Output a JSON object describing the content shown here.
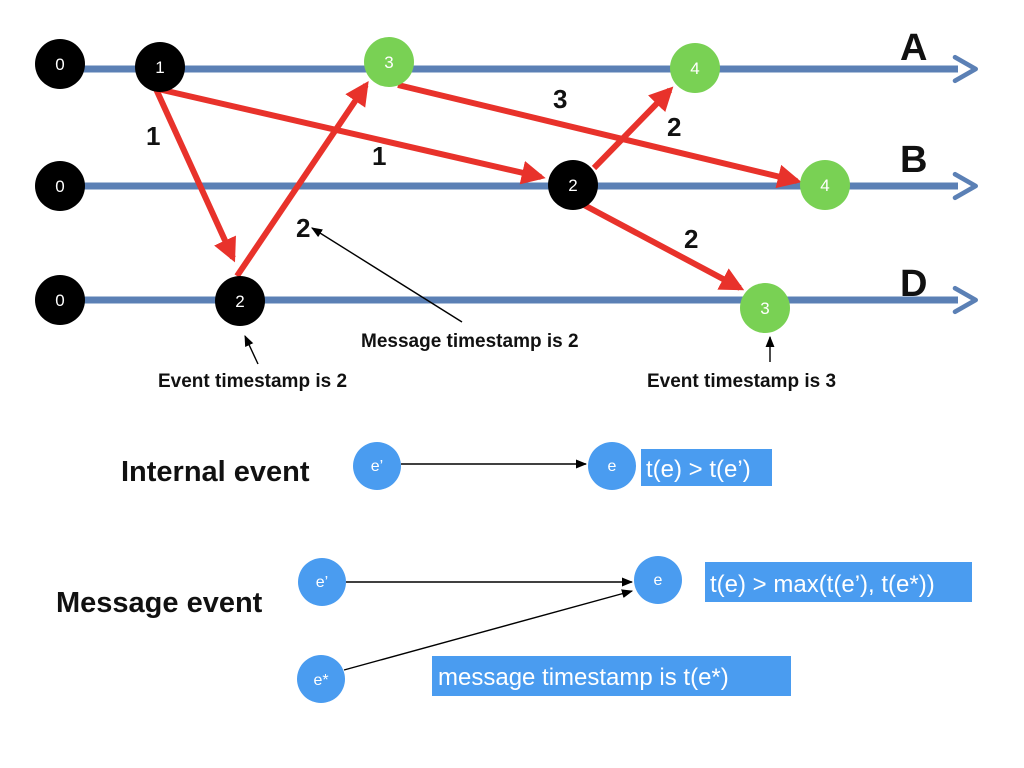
{
  "colors": {
    "timeline": "#5b80b5",
    "message": "#e8322b",
    "black_event": "#000000",
    "green_event": "#79d154",
    "blue_event": "#4a9cf0",
    "box": "#4a9cf0",
    "text": "#111111"
  },
  "processes": [
    {
      "label": "A",
      "initial": "0"
    },
    {
      "label": "B",
      "initial": "0"
    },
    {
      "label": "D",
      "initial": "0"
    }
  ],
  "events": {
    "a1": "1",
    "a3": "3",
    "a4": "4",
    "b2": "2",
    "b4": "4",
    "d2": "2",
    "d3": "3"
  },
  "message_labels": {
    "a1_to_d2": "1",
    "a1_to_b2": "1",
    "d2_to_a3": "2",
    "a3_to_b4": "3",
    "b2_to_a4": "2",
    "b2_to_d3": "2"
  },
  "annotations": {
    "event_ts_2": "Event timestamp is 2",
    "message_ts_2": "Message timestamp is 2",
    "event_ts_3": "Event timestamp is 3"
  },
  "rules": {
    "internal": {
      "title": "Internal event",
      "prev": "e’",
      "curr": "e",
      "formula": "t(e) > t(e’)"
    },
    "message": {
      "title": "Message event",
      "prev": "e’",
      "sender": "e*",
      "curr": "e",
      "formula": "t(e) > max(t(e’), t(e*))",
      "note": "message timestamp is t(e*)"
    }
  }
}
